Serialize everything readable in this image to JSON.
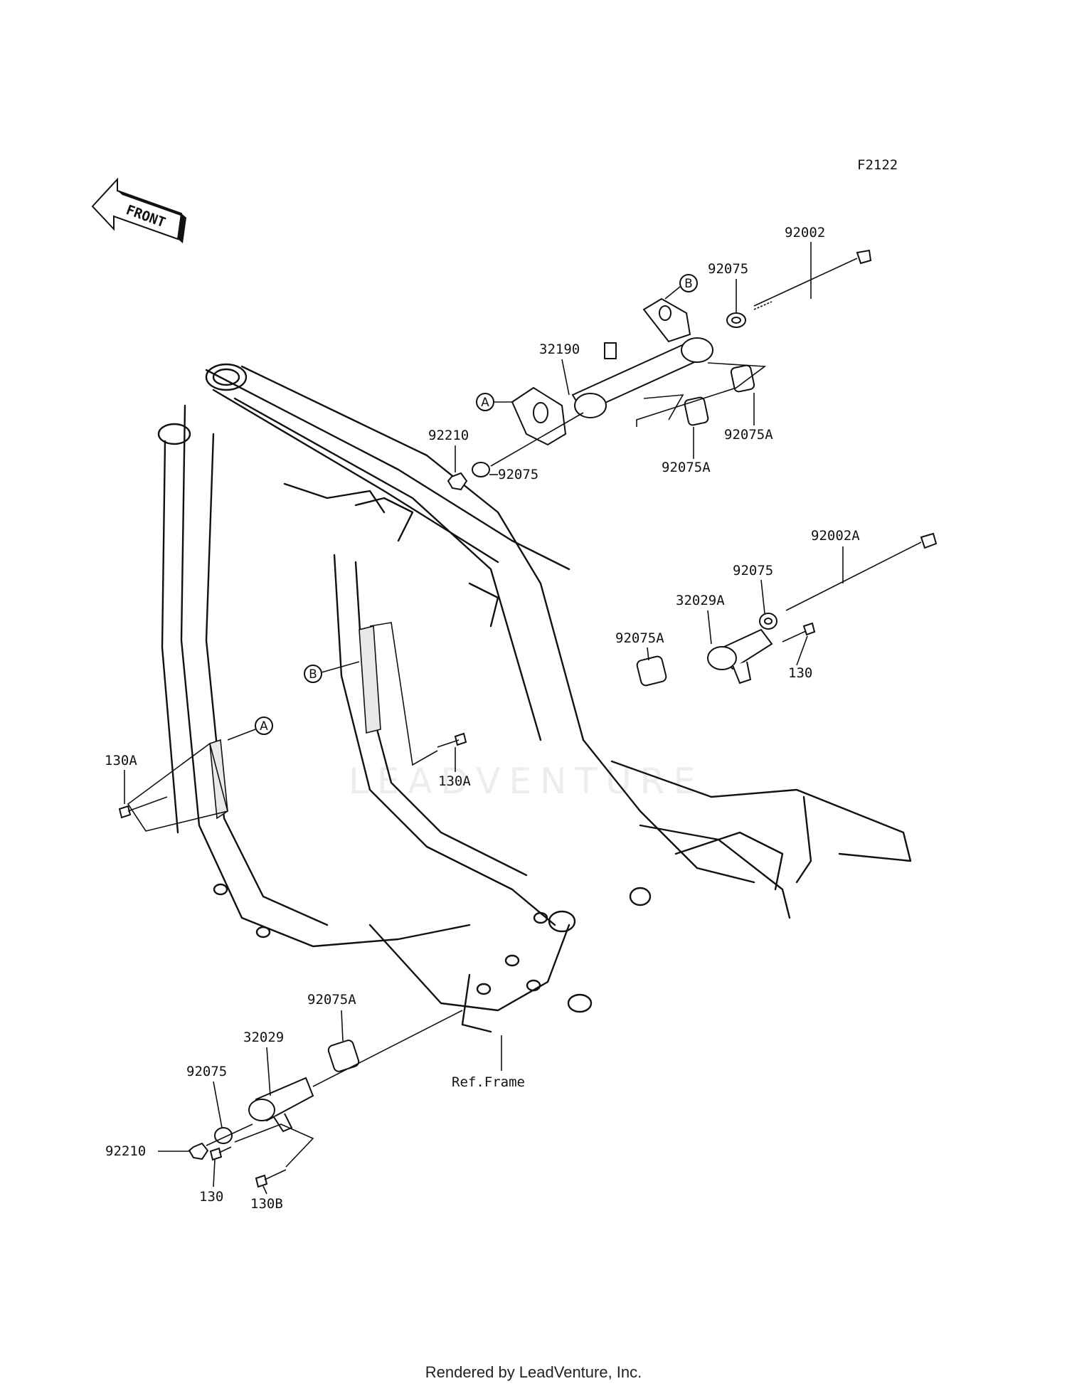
{
  "figure_code": "F2122",
  "front_badge": "FRONT",
  "footer_text": "Rendered by LeadVenture, Inc.",
  "watermark": "LEADVENTURE",
  "colors": {
    "line": "#111111",
    "background": "#ffffff",
    "shade": "#e9e9e9"
  },
  "labels": {
    "p92002": "92002",
    "p92075_top": "92075",
    "p32190": "32190",
    "p92210_top": "92210",
    "p92075_mid": "92075",
    "p92075A_r1": "92075A",
    "p92075A_r2": "92075A",
    "p92002A": "92002A",
    "p92075_r": "92075",
    "p32029A": "32029A",
    "p92075A_r3": "92075A",
    "p130_r": "130",
    "p130A_left": "130A",
    "p130A_mid": "130A",
    "ref_frame": "Ref.Frame",
    "p92075A_bot": "92075A",
    "p32029": "32029",
    "p92075_bot": "92075",
    "p92210_bot": "92210",
    "p130_bot": "130",
    "p130B": "130B"
  },
  "callouts": {
    "A_top": "A",
    "B_top": "B",
    "A_left": "A",
    "B_mid": "B"
  }
}
